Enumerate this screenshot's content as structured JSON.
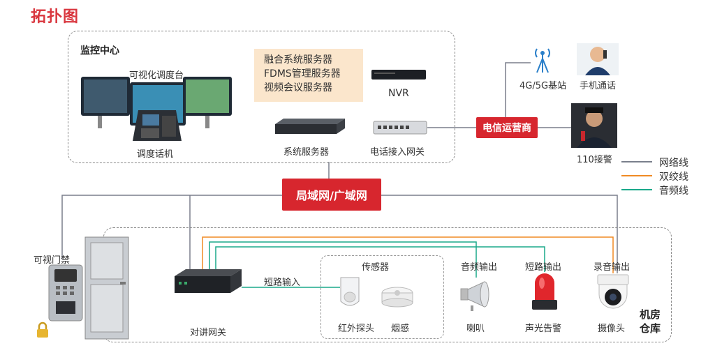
{
  "title": "拓扑图",
  "monitor_center": {
    "label": "监控中心",
    "dispatch_console_label": "可视化调度台",
    "dispatch_phone_label": "调度话机",
    "servers_panel": [
      "融合系统服务器",
      "FDMS管理服务器",
      "视频会议服务器"
    ],
    "nvr_label": "NVR",
    "system_server_label": "系统服务器",
    "phone_gateway_label": "电话接入网关"
  },
  "telecom": {
    "carrier_label": "电信运营商",
    "base_station_label": "4G/5G基站",
    "mobile_call_label": "手机通话",
    "police_label": "110接警"
  },
  "network_label": "局域网/广域网",
  "legend": [
    {
      "label": "网络线",
      "color": "#7a7f8c"
    },
    {
      "label": "双绞线",
      "color": "#f08a24"
    },
    {
      "label": "音频线",
      "color": "#1aa98a"
    }
  ],
  "field": {
    "door_access_label": "可视门禁",
    "intercom_gateway_label": "对讲网关",
    "short_input_label": "短路输入",
    "sensor_group_label": "传感器",
    "ir_detector_label": "红外探头",
    "smoke_label": "烟感",
    "audio_out_label": "音频输出",
    "speaker_label": "喇叭",
    "short_out_label": "短路输出",
    "alarm_label": "声光告警",
    "record_out_label": "录音输出",
    "camera_label": "摄像头",
    "room_label_1": "机房",
    "room_label_2": "仓库"
  }
}
